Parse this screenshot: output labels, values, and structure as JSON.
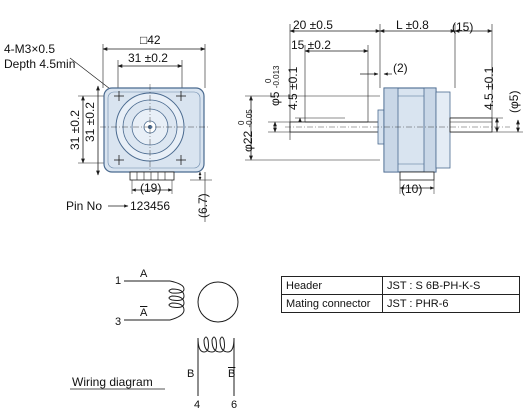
{
  "front_view": {
    "hole_note_line1": "4-M3×0.5",
    "hole_note_line2": "Depth 4.5min",
    "square_size": "□42",
    "hole_pitch_h": "31 ±0.2",
    "hole_pitch_v": "31 ±0.2",
    "connector_width": "(19)",
    "connector_offset": "(6.7)",
    "pin_label": "Pin No",
    "pin_numbers": "123456"
  },
  "side_view": {
    "shaft_length": "20 ±0.5",
    "flat_length": "15 ±0.2",
    "body_length": "L ±0.8",
    "rear_length": "(15)",
    "flange_thickness": "(2)",
    "shaft_dia": "φ5",
    "shaft_dia_tol_top": "0",
    "shaft_dia_tol_bottom": "-0.013",
    "flat_depth": "4.5 ±0.1",
    "boss_dia": "φ22",
    "boss_dia_tol_top": "0",
    "boss_dia_tol_bottom": "-0.05",
    "rear_flat_depth": "4.5 ±0.1",
    "rear_shaft_dia": "(φ5)",
    "connector_length": "(10)"
  },
  "wiring": {
    "title": "Wiring diagram",
    "pin_1": "1",
    "pin_3": "3",
    "pin_4": "4",
    "pin_6": "6",
    "phase_a": "A",
    "phase_a_bar": "A",
    "phase_b": "B",
    "phase_b_bar": "B"
  },
  "spec_table": {
    "rows": [
      {
        "label": "Header",
        "value": "JST : S 6B-PH-K-S"
      },
      {
        "label": "Mating connector",
        "value": "JST : PHR-6"
      }
    ]
  },
  "colors": {
    "outline": "#1c1c1c",
    "body_fill": "#d9e4f0",
    "body_stroke": "#4a6a8f",
    "background": "#ffffff"
  }
}
